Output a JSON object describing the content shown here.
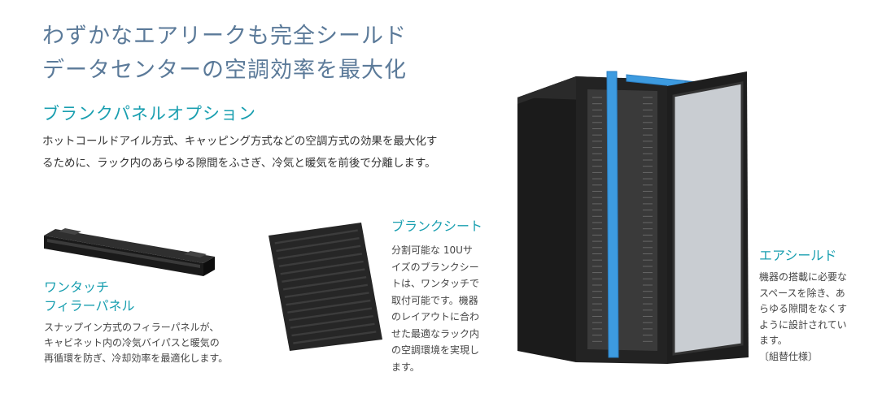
{
  "headline": {
    "line1": "わずかなエアリークも完全シールド",
    "line2": "データセンターの空調効率を最大化"
  },
  "section": {
    "title": "ブランクパネルオプション",
    "intro": [
      "ホットコールドアイル方式、キャッピング方式などの空調方式の効果を最大化す",
      "るために、ラック内のあらゆる隙間をふさぎ、冷気と暖気を前後で分離します。"
    ]
  },
  "products": {
    "filler": {
      "title": [
        "ワンタッチ",
        "フィラーパネル"
      ],
      "description": [
        "スナップイン方式のフィラーパネルが、",
        "キャビネット内の冷気バイパスと暖気の",
        "再循環を防ぎ、冷却効率を最適化します。"
      ]
    },
    "sheet": {
      "title": "ブランクシート",
      "description": [
        "分割可能な 10Uサ",
        "イズのブランクシー",
        "トは、ワンタッチで",
        "取付可能です。機器",
        "のレイアウトに合わ",
        "せた最適なラック内",
        "の空調環境を実現し",
        "ます。"
      ]
    },
    "shield": {
      "title": "エアシールド",
      "description": [
        "機器の搭載に必要な",
        "スペースを除き、あ",
        "らゆる隙間をなくす",
        "ように設計されてい",
        "ます。",
        "〔組替仕様〕"
      ]
    }
  },
  "colors": {
    "headline": "#5b7a99",
    "accent": "#1a9fb0",
    "shield_blue": "#3d9be0"
  }
}
